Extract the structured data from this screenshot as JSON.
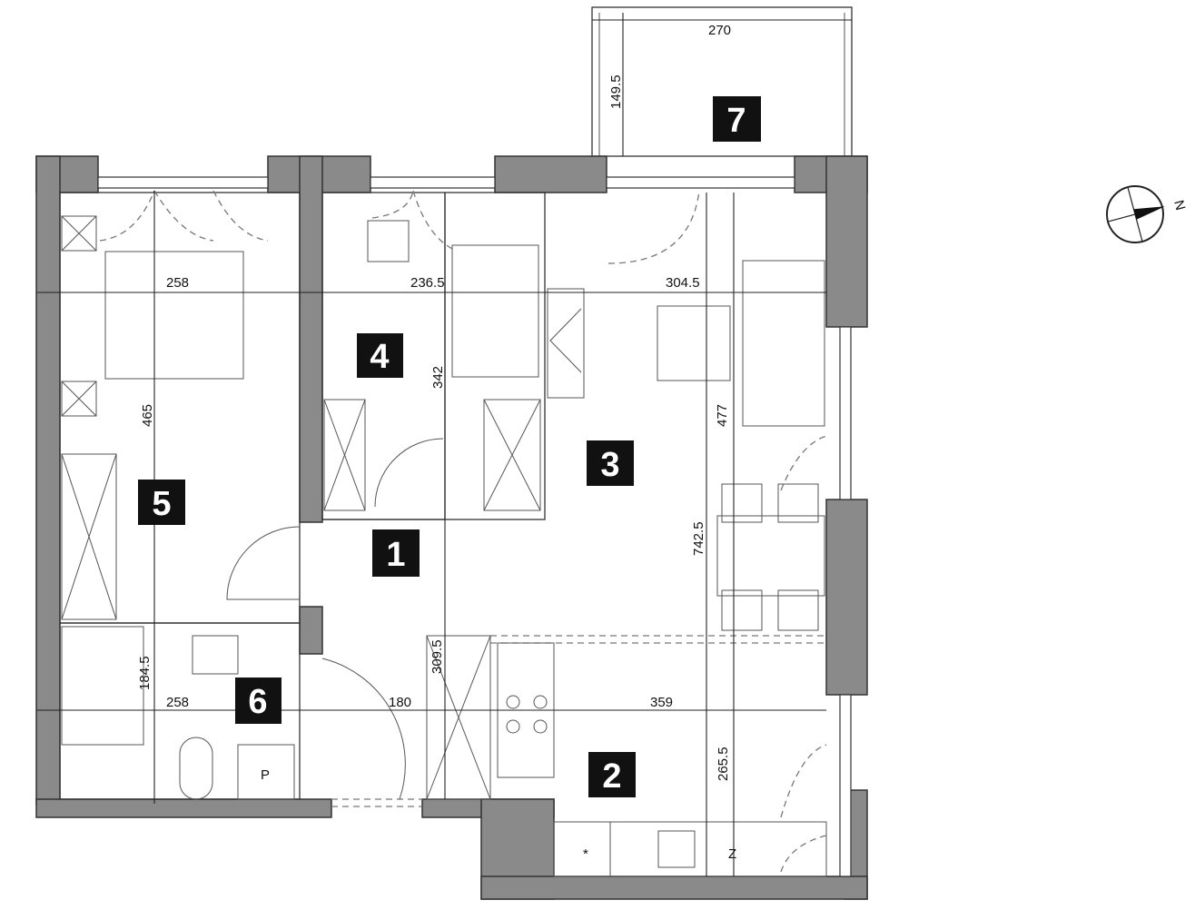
{
  "plan": {
    "rooms": [
      {
        "id": "1"
      },
      {
        "id": "2"
      },
      {
        "id": "3"
      },
      {
        "id": "4"
      },
      {
        "id": "5"
      },
      {
        "id": "6"
      },
      {
        "id": "7"
      }
    ],
    "dimensions": {
      "balcony_width": "270",
      "balcony_depth": "149.5",
      "room5_width": "258",
      "room4_width": "236.5",
      "room3_width": "304.5",
      "room5_length": "465",
      "room4_length": "342",
      "room3_length": "477",
      "living_total_length": "742.5",
      "hall_length": "309.5",
      "room6_length": "184.5",
      "room6_width": "258",
      "hall_width": "180",
      "kitchen_width": "359",
      "kitchen_length": "265.5"
    },
    "compass": {
      "north_label": "N"
    },
    "fixtures": {
      "hob_symbol": "*",
      "fridge_symbol": "Z",
      "boiler_symbol": "P"
    }
  }
}
